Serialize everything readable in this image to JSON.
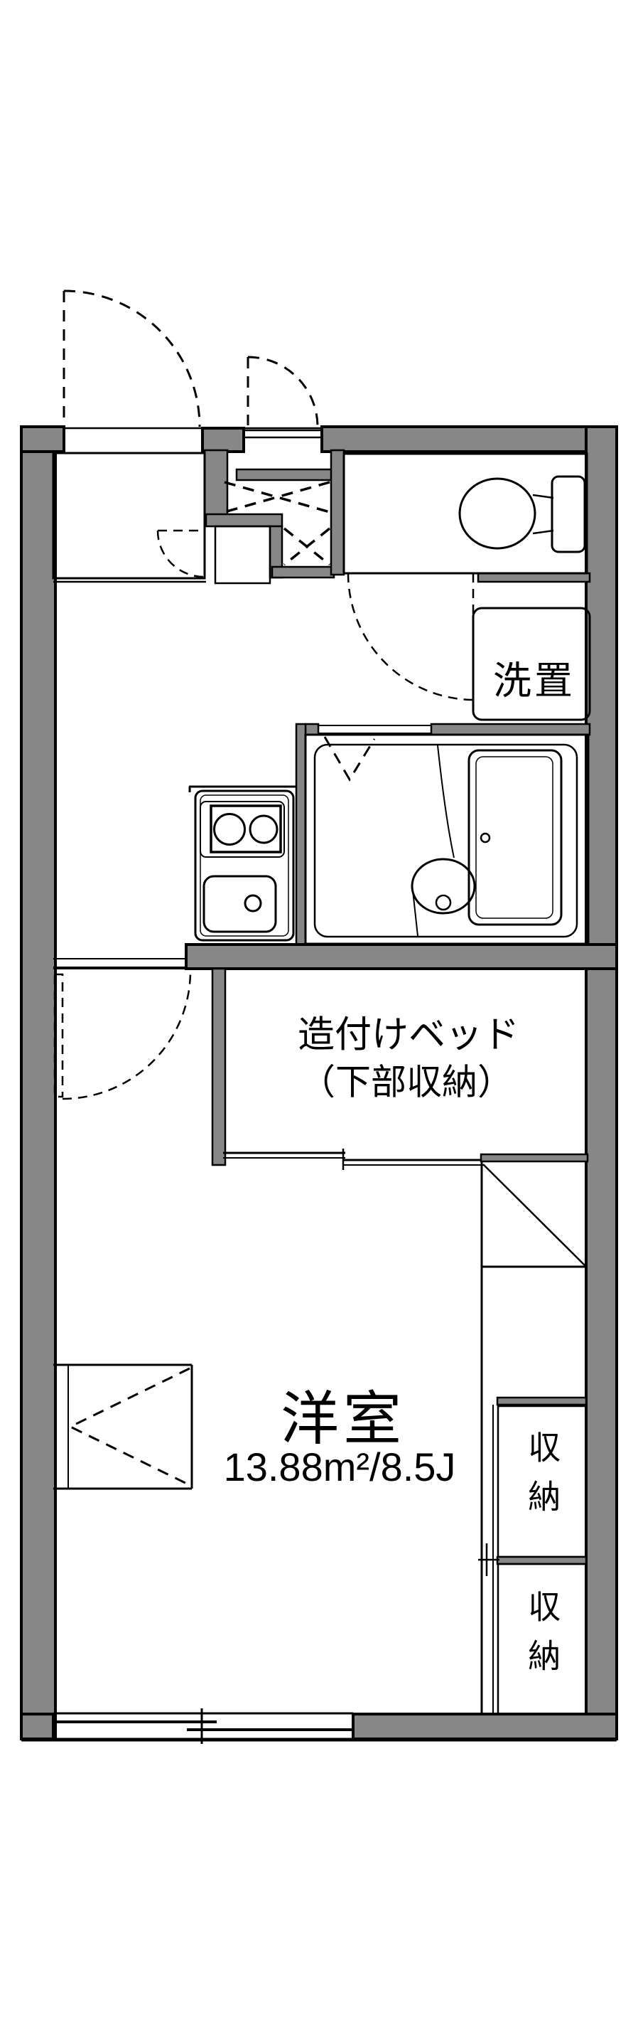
{
  "labels": {
    "laundry": "洗置",
    "bed_line1": "造付けベッド",
    "bed_line2": "（下部収納）",
    "room_name": "洋室",
    "room_area": "13.88m²/8.5J",
    "storage": "収納"
  },
  "colors": {
    "wall": "#878787",
    "water": "#dce8f7",
    "cream": "#fcf1da",
    "line": "#000000",
    "bg": "#ffffff"
  }
}
